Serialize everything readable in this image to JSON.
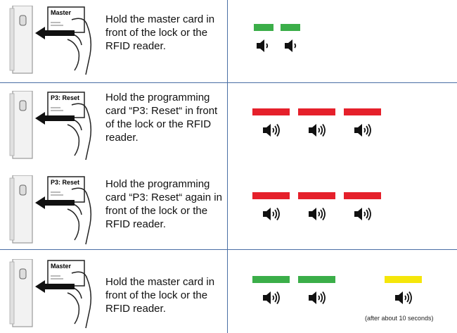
{
  "colors": {
    "green": "#3bae49",
    "red": "#e5202b",
    "yellow": "#f5e60a",
    "rule": "#4a6fa5"
  },
  "steps": [
    {
      "card_label": "Master",
      "instruction": "Hold the master card in front of the lock or the RFID reader.",
      "signals": [
        {
          "color": "green",
          "sound": "short"
        },
        {
          "color": "green",
          "sound": "short"
        }
      ]
    },
    {
      "card_label": "P3: Reset",
      "instruction": "Hold the programming card “P3: Reset“ in front of the lock or the RFID reader.",
      "signals": [
        {
          "color": "red",
          "sound": "long"
        },
        {
          "color": "red",
          "sound": "long"
        },
        {
          "color": "red",
          "sound": "long"
        }
      ]
    },
    {
      "card_label": "P3: Reset",
      "instruction": "Hold the programming card “P3: Reset“ again in front of the lock or the RFID reader.",
      "signals": [
        {
          "color": "red",
          "sound": "long"
        },
        {
          "color": "red",
          "sound": "long"
        },
        {
          "color": "red",
          "sound": "long"
        }
      ]
    },
    {
      "card_label": "Master",
      "instruction": "Hold the master card in front of the lock or the RFID reader.",
      "signals": [
        {
          "color": "green",
          "sound": "long"
        },
        {
          "color": "green",
          "sound": "long"
        },
        {
          "color": "yellow",
          "sound": "long"
        }
      ],
      "note": "(after about 10 seconds)"
    }
  ]
}
